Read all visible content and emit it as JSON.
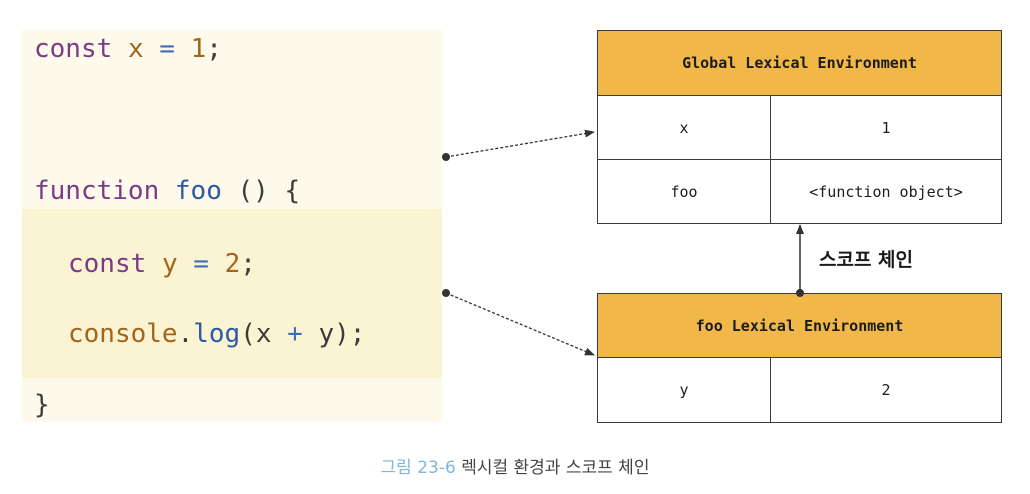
{
  "code": {
    "line1": {
      "kw": "const",
      "var": "x",
      "op": "=",
      "num": "1",
      "end": ";"
    },
    "line2": {
      "kw": "function",
      "fn": "foo",
      "rest": "() {"
    },
    "line3": {
      "kw": "const",
      "var": "y",
      "op": "=",
      "num": "2",
      "end": ";"
    },
    "line4": {
      "obj": "console",
      "dot": ".",
      "method": "log",
      "open": "(",
      "a": "x",
      "op": "+",
      "b": "y",
      "close": ");"
    },
    "line5": {
      "text": "}"
    }
  },
  "global_env": {
    "title": "Global Lexical Environment",
    "rows": [
      {
        "key": "x",
        "value": "1"
      },
      {
        "key": "foo",
        "value": "<function object>"
      }
    ]
  },
  "foo_env": {
    "title": "foo Lexical Environment",
    "rows": [
      {
        "key": "y",
        "value": "2"
      }
    ]
  },
  "scope_chain_label": "스코프 체인",
  "caption": {
    "figure": "그림 23-6",
    "text": "렉시컬 환경과 스코프 체인"
  },
  "colors": {
    "header_fill": "#f1b749",
    "code_bg": "#fdfaeb",
    "code_inner_bg": "#fbf4d3",
    "keyword": "#7a3c86",
    "function_name": "#2d5aa6"
  }
}
